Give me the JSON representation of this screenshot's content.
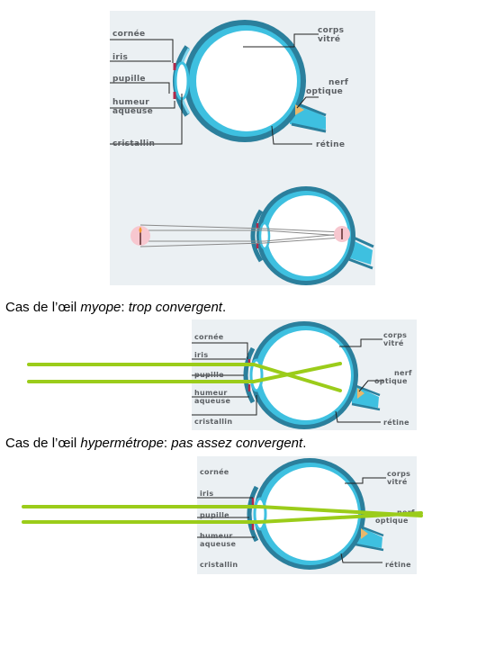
{
  "labels": {
    "cornea": "cornée",
    "iris": "iris",
    "pupil": "pupille",
    "aqueous_line1": "humeur",
    "aqueous_line2": "aqueuse",
    "lens": "cristallin",
    "vitreous_line1": "corps",
    "vitreous_line2": "vitré",
    "nerve_line1": "nerf",
    "nerve_line2": "optique",
    "retina": "rétine"
  },
  "captions": {
    "myopia": {
      "prefix": "Cas de l’œil ",
      "term": "myope",
      "colon": ": ",
      "desc": "trop convergent",
      "end": "."
    },
    "hyperopia": {
      "prefix": "Cas de l’œil ",
      "term": "hypermétrope",
      "colon": ": ",
      "desc": "pas assez convergent",
      "end": "."
    }
  },
  "colors": {
    "panel_bg": "#ebf0f3",
    "eye_outline": "#2b7f9c",
    "eye_inner": "#3ec0e0",
    "light_ray": "#9bcc1a",
    "label_text": "#5b5f63"
  }
}
